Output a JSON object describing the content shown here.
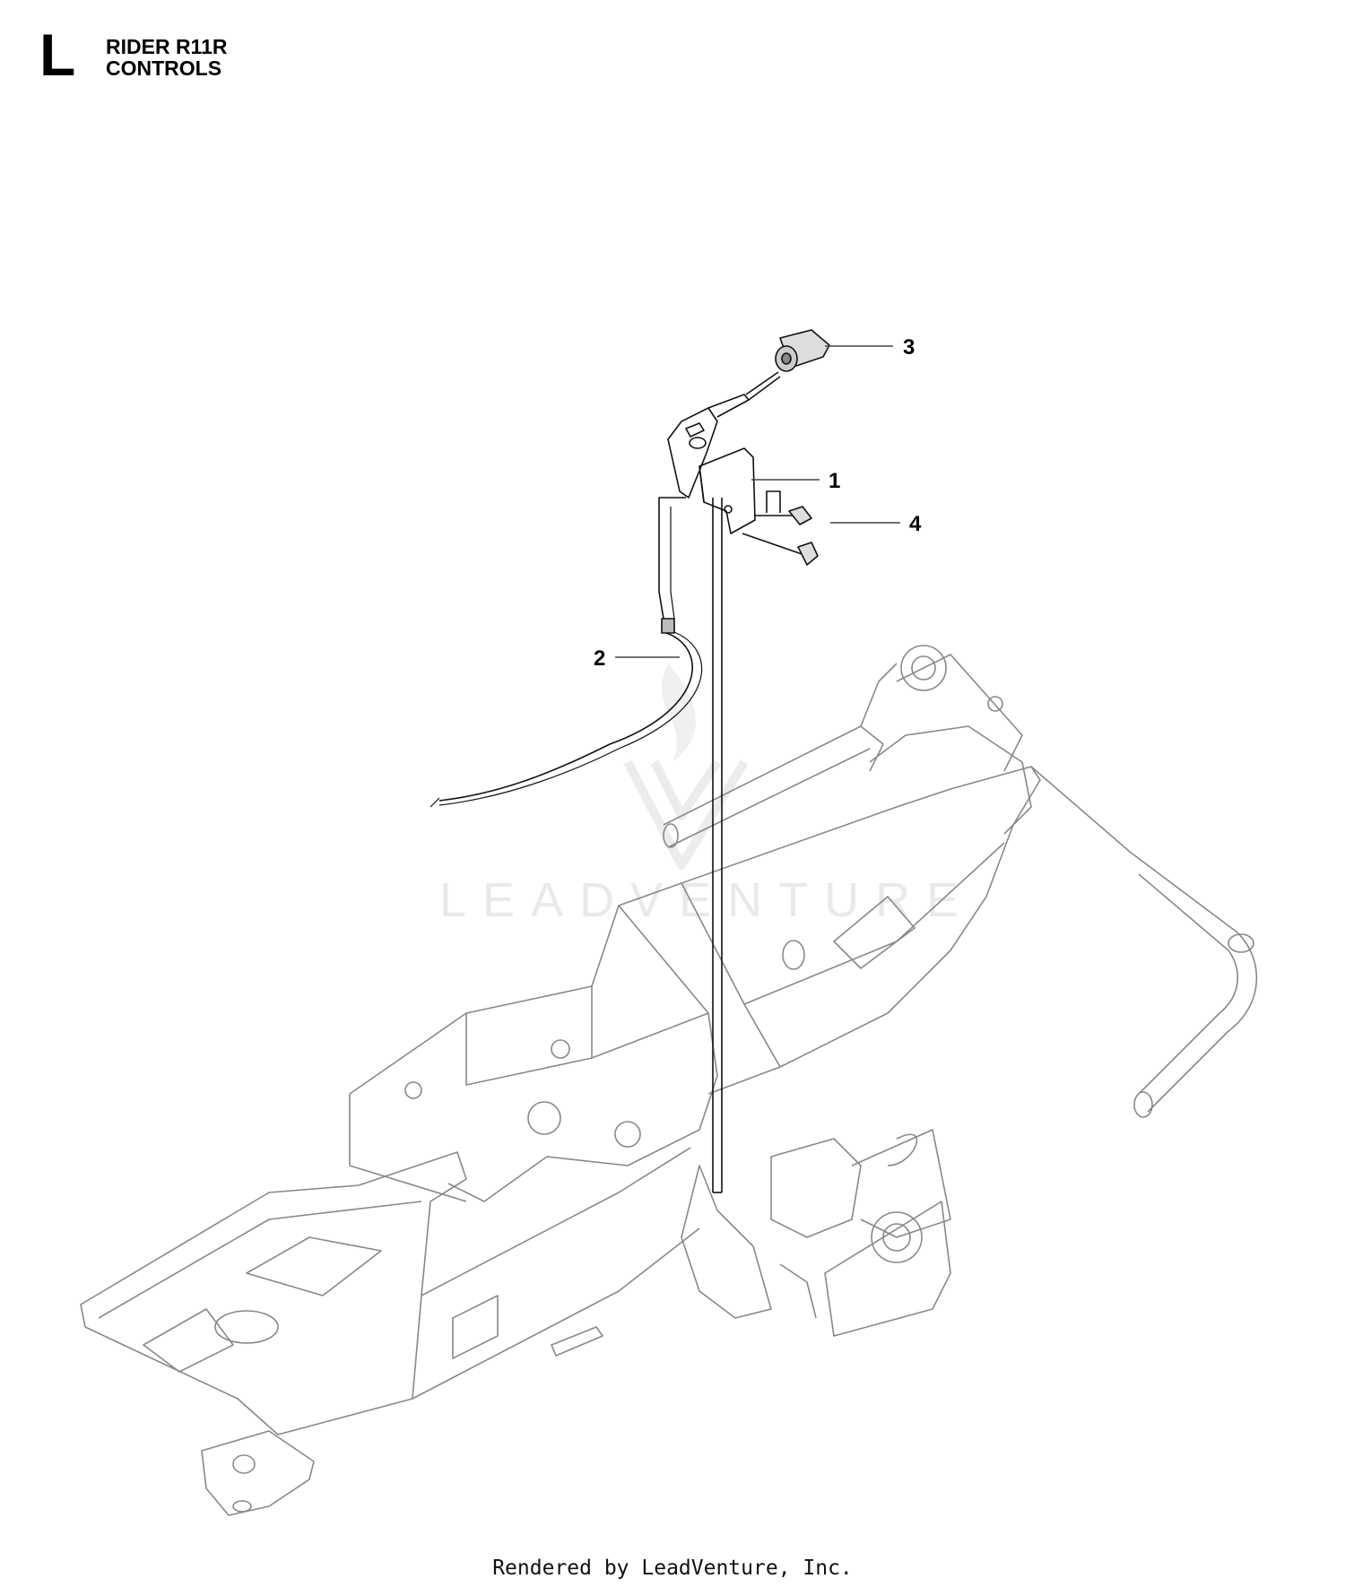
{
  "header": {
    "section_letter": "L",
    "model": "RIDER R11R",
    "section_name": "CONTROLS"
  },
  "watermark": {
    "text": "LEADVENTURE",
    "color": "#e9e9e9"
  },
  "callouts": [
    {
      "number": "1"
    },
    {
      "number": "2"
    },
    {
      "number": "3"
    },
    {
      "number": "4"
    }
  ],
  "footer": {
    "text": "Rendered by LeadVenture, Inc."
  }
}
